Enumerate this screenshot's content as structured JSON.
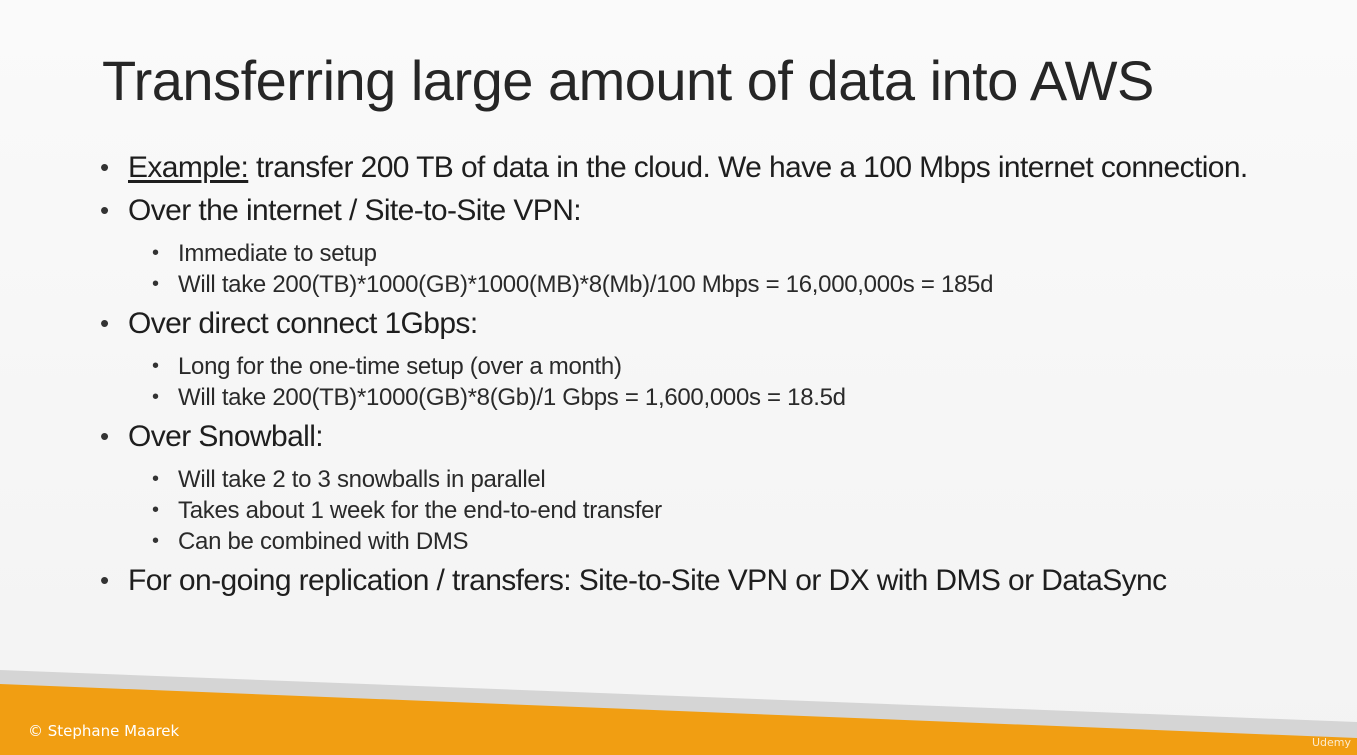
{
  "slide": {
    "title": "Transferring large amount of data into AWS",
    "bullets": [
      {
        "label": "Example:",
        "text": " transfer 200 TB of data in the cloud. We have a 100 Mbps internet connection."
      },
      {
        "text": "Over the internet / Site-to-Site VPN:",
        "sub": [
          "Immediate to setup",
          "Will take 200(TB)*1000(GB)*1000(MB)*8(Mb)/100 Mbps = 16,000,000s = 185d"
        ]
      },
      {
        "text": "Over direct connect 1Gbps:",
        "sub": [
          "Long for the one-time setup (over a month)",
          "Will take 200(TB)*1000(GB)*8(Gb)/1 Gbps = 1,600,000s = 18.5d"
        ]
      },
      {
        "text": "Over Snowball:",
        "sub": [
          "Will take 2 to 3 snowballs in parallel",
          "Takes about 1 week for the end-to-end transfer",
          "Can be combined with DMS"
        ]
      },
      {
        "text": "For on-going replication / transfers:",
        "text_tail": " Site-to-Site VPN or DX with DMS or DataSync"
      }
    ]
  },
  "footer": {
    "copyright": "© Stephane Maarek",
    "watermark": "Udemy",
    "accent_color": "#f19e12",
    "band_color": "#d5d5d5"
  }
}
